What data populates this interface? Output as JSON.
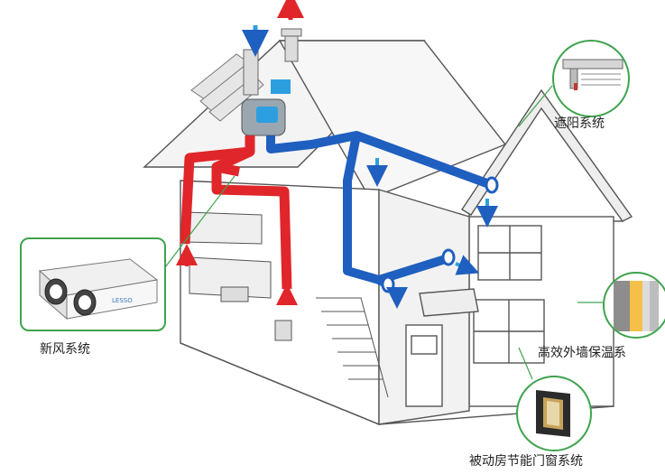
{
  "labels": {
    "ventilation": "新风系统",
    "shading": "遮阳系统",
    "insulation": "高效外墙保温系",
    "window": "被动房节能门窗系统"
  },
  "ventilation_unit_brand": "LESSO",
  "colors": {
    "supply_duct": "#e0262a",
    "exhaust_duct": "#1f5fbf",
    "callout_line": "#3fa34d",
    "house_line": "#555555",
    "arrow_up_red": "#e0262a",
    "arrow_down_blue": "#2c9fe0"
  },
  "icons": [
    "ventilation-unit-icon",
    "shading-blind-icon",
    "wall-insulation-icon",
    "window-frame-icon"
  ]
}
